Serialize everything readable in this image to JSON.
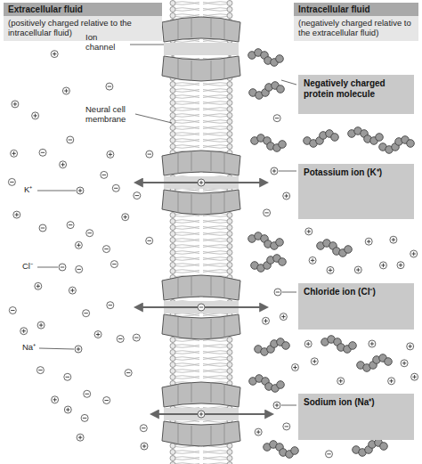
{
  "diagram": {
    "nodes": [
      {
        "text": [
          "Extracellular fluid",
          "(positively charged relative to the intracellular fluid)"
        ]
      },
      {
        "text": [
          "Intracellular fluid",
          "(negatively charged relative to the extracellular fluid)"
        ]
      },
      {
        "text": [
          "Negatively charged protein molecule"
        ]
      },
      {
        "text": [
          "Potassium ion (K⁺)"
        ]
      },
      {
        "text": [
          "Chloride ion (Cl⁻)"
        ]
      },
      {
        "text": [
          "Sodium ion (Na⁺)"
        ]
      }
    ],
    "labels": [
      "Ion channel",
      "Neural cell membrane",
      "K⁺",
      "Cl⁻",
      "Na⁺"
    ]
  }
}
